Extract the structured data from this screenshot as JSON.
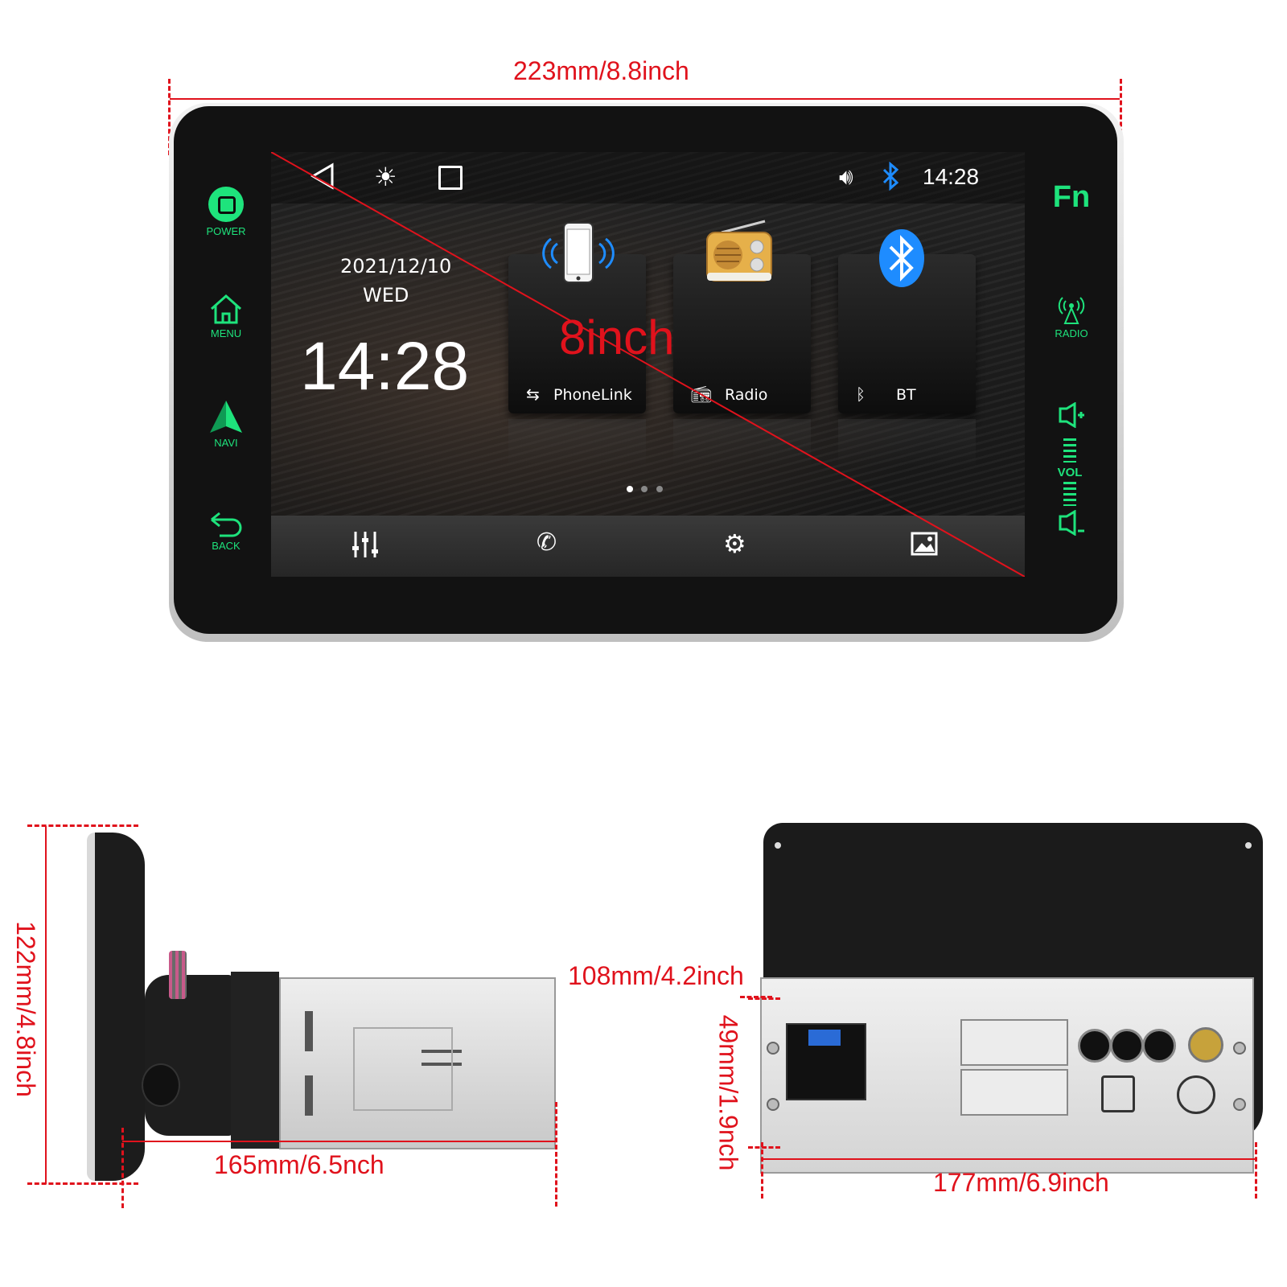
{
  "dimensions": {
    "front_width": "223mm/8.8inch",
    "side_height": "122mm/4.8inch",
    "side_depth": "165mm/6.5nch",
    "rear_front_height": "108mm/4.2inch",
    "rear_chassis_height": "49mm/1.9nch",
    "rear_width": "177mm/6.9inch"
  },
  "screen_size_label": "8inch",
  "left_buttons": [
    {
      "label": "POWER",
      "icon": "power-icon"
    },
    {
      "label": "MENU",
      "icon": "home-icon"
    },
    {
      "label": "NAVI",
      "icon": "navigation-icon"
    },
    {
      "label": "BACK",
      "icon": "back-arrow-icon"
    }
  ],
  "right_buttons": {
    "fn": "Fn",
    "radio": "RADIO",
    "vol": "VOL"
  },
  "statusbar": {
    "time": "14:28"
  },
  "home": {
    "date": "2021/12/10",
    "weekday": "WED",
    "clock": "14:28"
  },
  "tiles": [
    {
      "label": "PhoneLink",
      "icon": "smartphone-icon"
    },
    {
      "label": "Radio",
      "icon": "retro-radio-icon"
    },
    {
      "label": "BT",
      "icon": "bluetooth-icon"
    }
  ],
  "bottombar_icons": [
    "equalizer-icon",
    "phone-call-icon",
    "settings-gear-icon",
    "gallery-icon"
  ],
  "colors": {
    "accent_green": "#1ee37c",
    "dimension_red": "#e0121c",
    "bluetooth_blue": "#1e8cff"
  }
}
